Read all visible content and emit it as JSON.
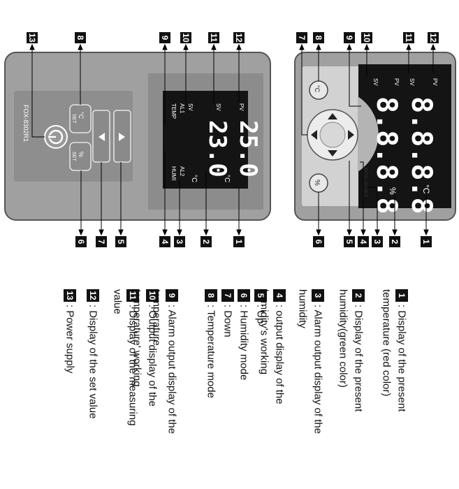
{
  "devices": {
    "left": {
      "model": "FOX-8302R1",
      "pv_value": "25.0",
      "sv_value": "23.0",
      "unit": "°C"
    },
    "right": {
      "model": "FOX-302R1",
      "pv_value": "8.8.8.8",
      "sv_value": "8.8.8.8",
      "unit": "°C"
    }
  },
  "lcd_labels": {
    "pv": "PV",
    "sv": "SV",
    "temp": "TEMP",
    "al1": "AL1",
    "humi": "HUMI",
    "al2": "AL2",
    "percent": "%"
  },
  "button_labels": {
    "celsius": "°C",
    "set": "SET",
    "percent": "%"
  },
  "legend": [
    {
      "num": "1",
      "lines": [
        "Display of the present",
        "temperature (red color)"
      ]
    },
    {
      "num": "2",
      "lines": [
        "Display of the present",
        "humidity(green color)"
      ]
    },
    {
      "num": "3",
      "lines": [
        "Alarm output display of the",
        "humidity"
      ]
    },
    {
      "num": "4",
      "lines": [
        "output display of the",
        "humidity's working"
      ]
    },
    {
      "num": "5",
      "lines": [
        "Up"
      ]
    },
    {
      "num": "6",
      "lines": [
        "Humidity mode"
      ]
    },
    {
      "num": "7",
      "lines": [
        "Down"
      ]
    },
    {
      "num": "8",
      "lines": [
        "Temperature mode"
      ]
    },
    {
      "num": "9",
      "lines": [
        "Alarm output display of the",
        "temperature"
      ]
    },
    {
      "num": "10",
      "lines": [
        "Output display of the",
        "temperature' working"
      ]
    },
    {
      "num": "11",
      "lines": [
        "Display of the measuring",
        "value"
      ]
    },
    {
      "num": "12",
      "lines": [
        "Display of the set value"
      ]
    },
    {
      "num": "13",
      "lines": [
        "Power supply"
      ]
    }
  ],
  "colors": {
    "body": "#a0a0a0",
    "bezel": "#d2d2d2",
    "screen": "#141414",
    "segment": "#ffffff",
    "panel": "#8a8a8a"
  }
}
